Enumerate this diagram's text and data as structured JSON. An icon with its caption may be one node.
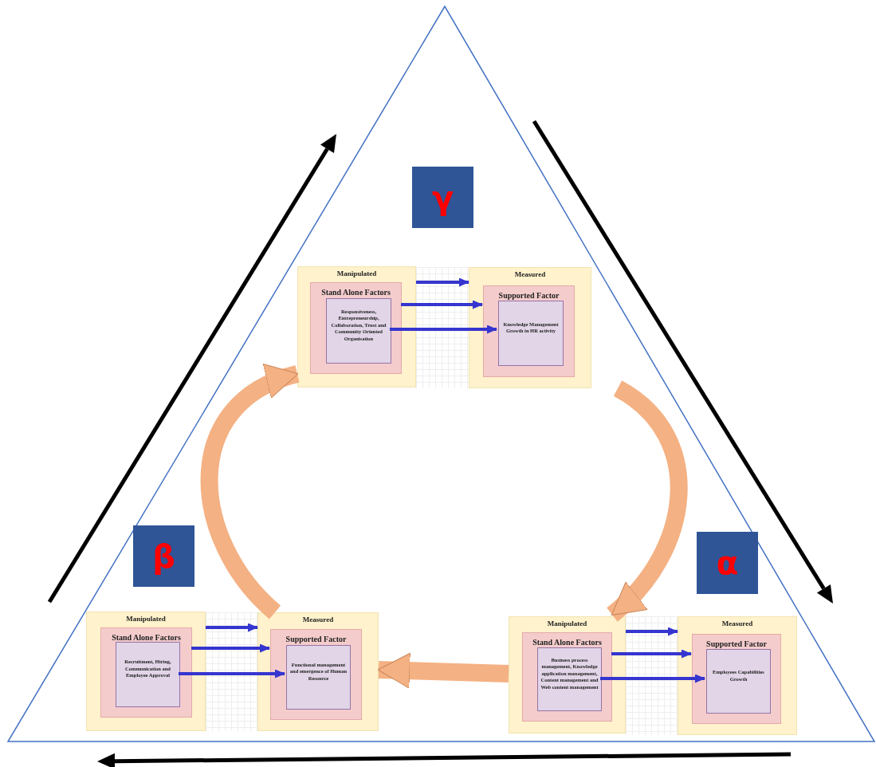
{
  "diagram": {
    "nodes": [
      {
        "text": [
          "γ"
        ]
      },
      {
        "text": [
          "Manipulated"
        ]
      },
      {
        "text": [
          "Stand Alone Factors"
        ],
        "in": 1
      },
      {
        "text": [
          "Responsiveness, Entrepreneurship, Collaboration, Trust and Community Oriented Organisation"
        ],
        "in": 2
      },
      {
        "text": [
          "Measured"
        ]
      },
      {
        "text": [
          "Supported Factor"
        ],
        "in": 4
      },
      {
        "text": [
          "Knowledge Management Growth in HR activity"
        ],
        "in": 5
      },
      {
        "text": [
          "β"
        ]
      },
      {
        "text": [
          "α"
        ]
      },
      {
        "text": [
          "Manipulated"
        ]
      },
      {
        "text": [
          "Stand Alone Factors"
        ],
        "in": 9
      },
      {
        "text": [
          "Recruitment, Hiring, Communication and Employee Approval"
        ],
        "in": 10
      },
      {
        "text": [
          "Measured"
        ]
      },
      {
        "text": [
          "Supported Factor"
        ],
        "in": 12
      },
      {
        "text": [
          "Functional management and emergence of Human Resource"
        ],
        "in": 13
      },
      {
        "text": [
          "Manipulated"
        ]
      },
      {
        "text": [
          "Stand Alone Factors"
        ],
        "in": 15
      },
      {
        "text": [
          "Business process management, Knowledge application management, Content management and Web content management"
        ],
        "in": 16
      },
      {
        "text": [
          "Measured"
        ]
      },
      {
        "text": [
          "Supported Factor"
        ],
        "in": 18
      },
      {
        "text": [
          "Employees Capabilities Growth"
        ],
        "in": 19
      }
    ],
    "edges": [
      {
        "from": 1,
        "to": 4,
        "arrow": "to"
      },
      {
        "from": 2,
        "to": 5,
        "arrow": "to"
      },
      {
        "from": 3,
        "to": 6,
        "arrow": "to"
      },
      {
        "from": 9,
        "to": 12,
        "arrow": "to"
      },
      {
        "from": 10,
        "to": 13,
        "arrow": "to"
      },
      {
        "from": 11,
        "to": 14,
        "arrow": "to"
      },
      {
        "from": 15,
        "to": 18,
        "arrow": "to"
      },
      {
        "from": 16,
        "to": 19,
        "arrow": "to"
      },
      {
        "from": 17,
        "to": 20,
        "arrow": "to"
      },
      {
        "from": 12,
        "to": 1,
        "arrow": "to",
        "style": "thick",
        "color": "#f4b183"
      },
      {
        "from": 4,
        "to": 15,
        "arrow": "to",
        "style": "thick",
        "color": "#f4b183"
      },
      {
        "from": 15,
        "to": 12,
        "arrow": "to",
        "style": "thick",
        "color": "#f4b183"
      }
    ]
  }
}
